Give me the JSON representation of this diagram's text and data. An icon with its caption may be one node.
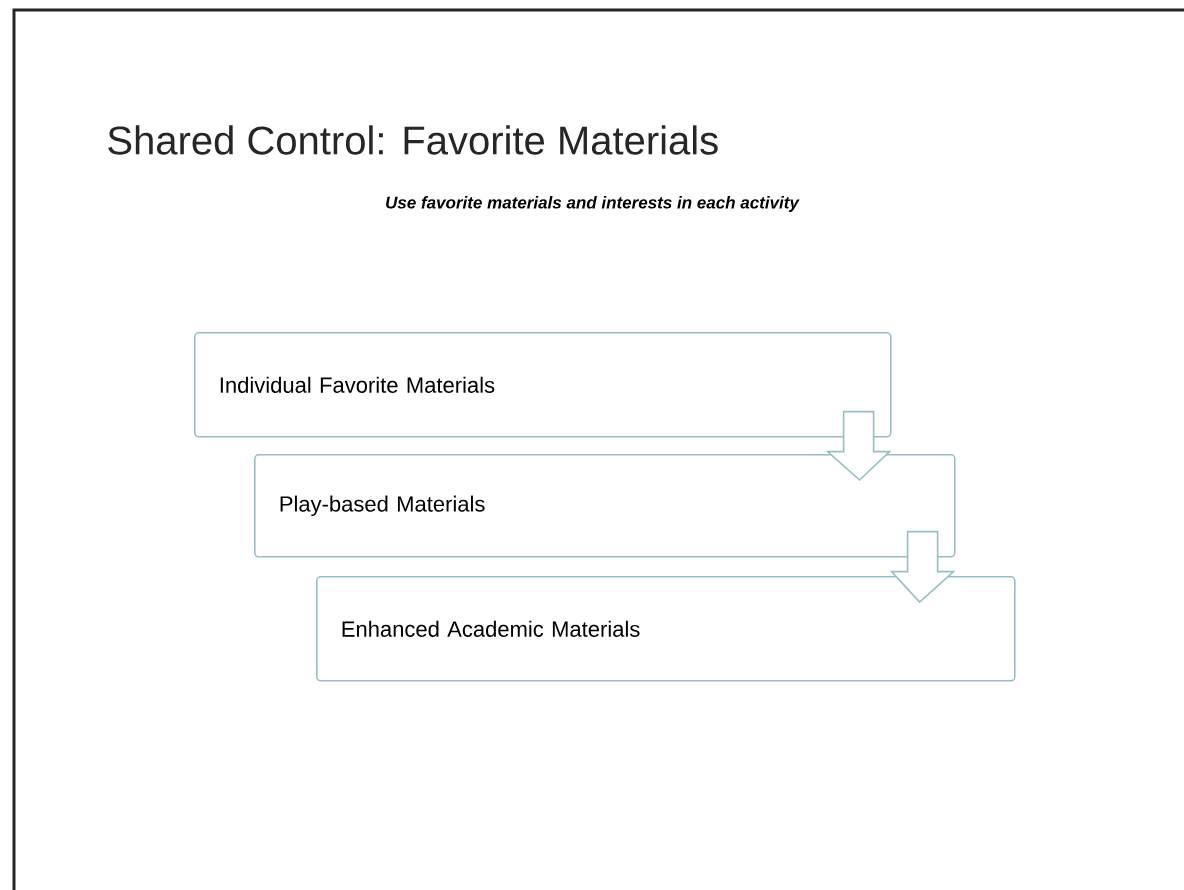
{
  "diagram": {
    "title": "Shared Control: Favorite Materials",
    "caption": "Use favorite materials and interests in each activity",
    "nodes": [
      {
        "text": [
          "Individual Favorite Materials"
        ]
      },
      {
        "text": [
          "Play-based Materials"
        ]
      },
      {
        "text": [
          "Enhanced Academic Materials"
        ]
      }
    ],
    "edges": [
      {
        "from": 0,
        "to": 1,
        "arrow": "to"
      },
      {
        "from": 1,
        "to": 2,
        "arrow": "to"
      }
    ]
  }
}
